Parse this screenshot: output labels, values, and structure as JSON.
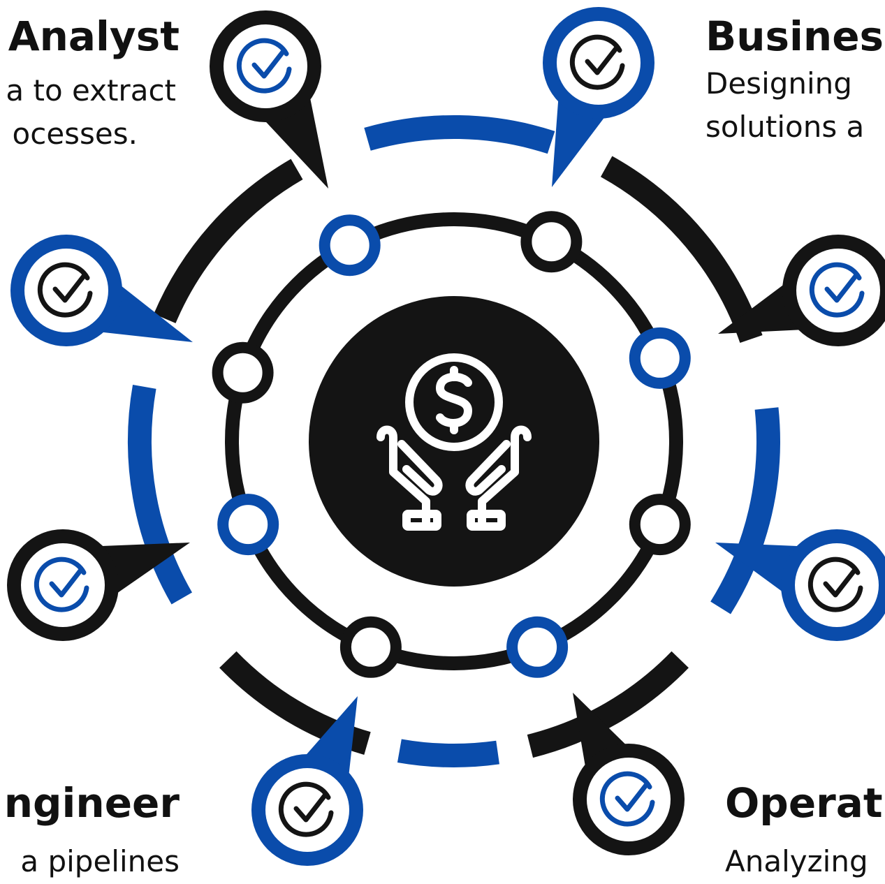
{
  "colors": {
    "blue": "#0a4cab",
    "black": "#141414",
    "white": "#ffffff"
  },
  "center": {
    "icon": "hand-holding-dollar-icon"
  },
  "pins": [
    {
      "id": "top-left",
      "color": "black",
      "icon": "check-circle-icon"
    },
    {
      "id": "top-right",
      "color": "blue",
      "icon": "check-circle-icon"
    },
    {
      "id": "right-upper",
      "color": "black",
      "icon": "check-circle-icon"
    },
    {
      "id": "right-lower",
      "color": "blue",
      "icon": "check-circle-icon"
    },
    {
      "id": "bottom-right",
      "color": "black",
      "icon": "check-circle-icon"
    },
    {
      "id": "bottom-left",
      "color": "blue",
      "icon": "check-circle-icon"
    },
    {
      "id": "left-lower",
      "color": "black",
      "icon": "check-circle-icon"
    },
    {
      "id": "left-upper",
      "color": "blue",
      "icon": "check-circle-icon"
    }
  ],
  "labels": {
    "top_left_title": "Analyst",
    "top_left_line1": "a to extract",
    "top_left_line2": "ocesses.",
    "top_right_title": "Busines",
    "top_right_line1": "Designing",
    "top_right_line2": "solutions a",
    "bottom_left_title": "ngineer",
    "bottom_left_line1": "a  pipelines",
    "bottom_right_title": "Operat",
    "bottom_right_line1": "Analyzing"
  }
}
